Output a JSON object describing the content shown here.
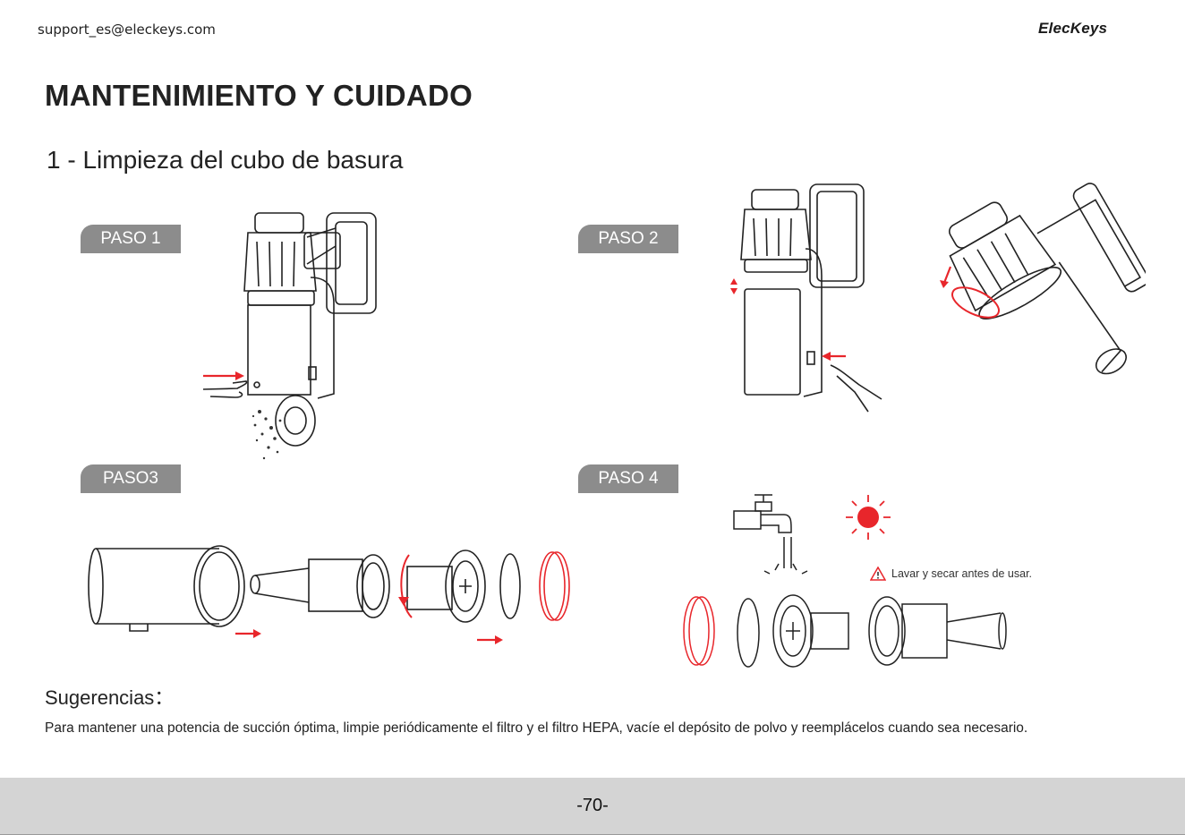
{
  "header": {
    "email": "support_es@eleckeys.com",
    "brand": "ElecKeys"
  },
  "title": "MANTENIMIENTO Y CUIDADO",
  "section": {
    "title": "1 - Limpieza del cubo de basura"
  },
  "steps": [
    {
      "label": "PASO 1"
    },
    {
      "label": "PASO 2"
    },
    {
      "label": "PASO3"
    },
    {
      "label": "PASO 4"
    }
  ],
  "warning": {
    "icon": "warning-triangle-icon",
    "text": "Lavar y secar antes de usar."
  },
  "tips": {
    "title": "Sugerencias：",
    "text": "Para mantener una potencia de succión óptima, limpie periódicamente el filtro y el filtro HEPA, vacíe el depósito de polvo y reemplácelos cuando sea necesario."
  },
  "footer": {
    "page": "-70-"
  },
  "colors": {
    "accent": "#e8262b",
    "badge": "#8c8c8c",
    "footer": "#d4d4d4"
  }
}
